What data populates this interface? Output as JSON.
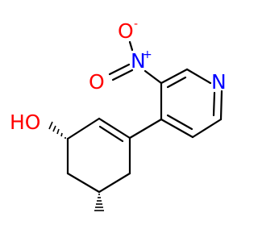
{
  "molecule": {
    "atoms": {
      "hydroxyl": "HO",
      "nitro_n": "N",
      "nitro_n_charge": "+",
      "nitro_o_top": "O",
      "nitro_o_top_charge": "-",
      "nitro_o_left": "O",
      "pyridine_n": "N"
    },
    "colors": {
      "bond": "#000000",
      "oxygen": "#ff0000",
      "nitrogen": "#0000ff"
    }
  }
}
